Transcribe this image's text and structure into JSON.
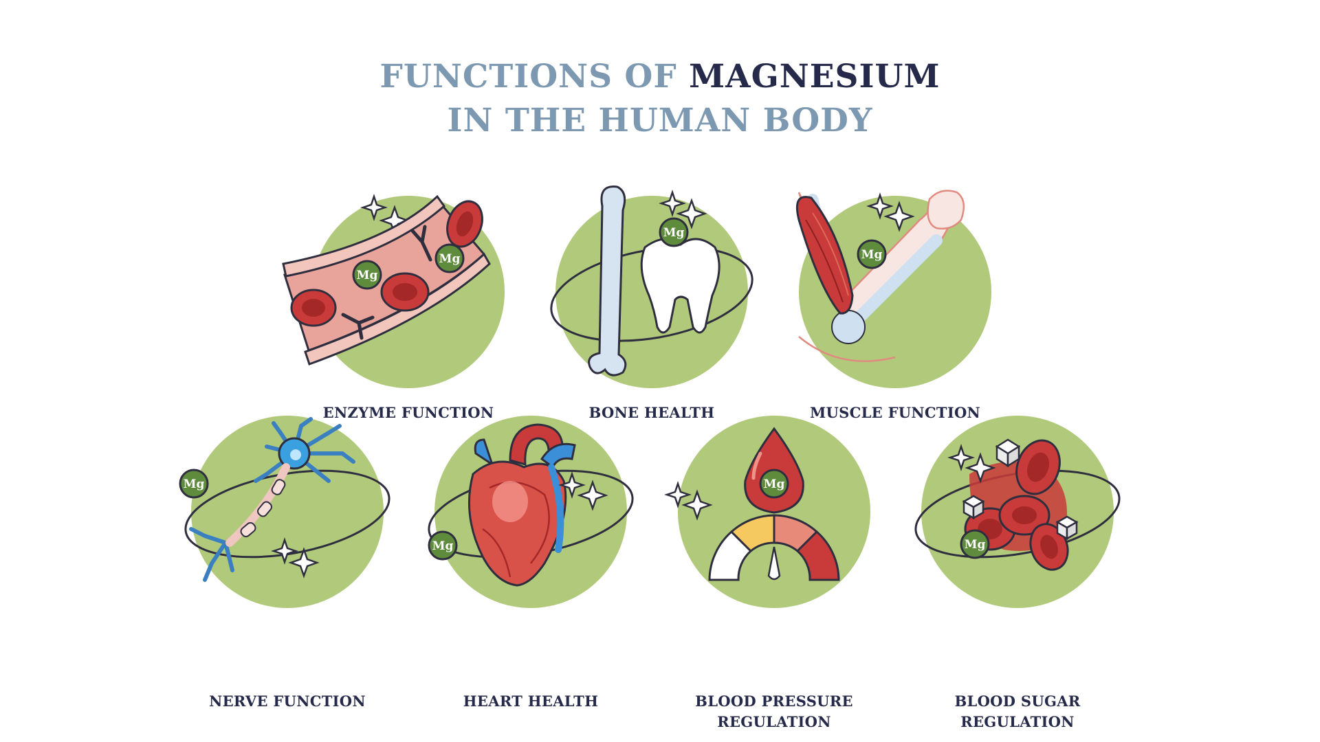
{
  "title": {
    "line1_light": "FUNCTIONS OF",
    "line1_dark": "MAGNESIUM",
    "line2": "IN THE HUMAN BODY"
  },
  "badge_label": "Mg",
  "functions": [
    {
      "label": "ENZYME FUNCTION",
      "icon": "blood-vessel-icon"
    },
    {
      "label": "BONE HEALTH",
      "icon": "bone-tooth-icon"
    },
    {
      "label": "MUSCLE FUNCTION",
      "icon": "arm-muscle-icon"
    },
    {
      "label": "NERVE FUNCTION",
      "icon": "neuron-icon"
    },
    {
      "label": "HEART HEALTH",
      "icon": "heart-icon"
    },
    {
      "label": "BLOOD PRESSURE REGULATION",
      "line1": "BLOOD PRESSURE",
      "line2": "REGULATION",
      "icon": "blood-pressure-gauge-icon"
    },
    {
      "label": "BLOOD SUGAR REGULATION",
      "line1": "BLOOD SUGAR",
      "line2": "REGULATION",
      "icon": "blood-sugar-cells-icon"
    }
  ],
  "colors": {
    "circle_green": "#b1c97a",
    "badge_green": "#5f8c3c",
    "outline": "#2e2e3e",
    "blood_red": "#c93a3a",
    "title_light": "#7d99b2",
    "title_dark": "#262a4a"
  }
}
